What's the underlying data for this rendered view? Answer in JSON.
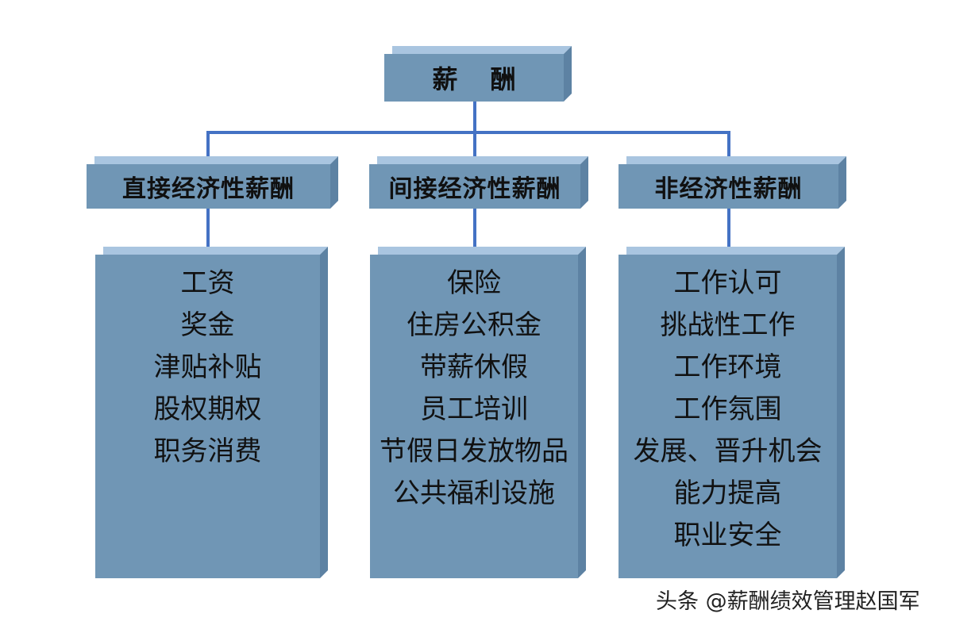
{
  "root": {
    "label": "薪 酬"
  },
  "branches": [
    {
      "title": "直接经济性薪酬",
      "items": [
        "工资",
        "奖金",
        "津贴补贴",
        "股权期权",
        "职务消费"
      ]
    },
    {
      "title": "间接经济性薪酬",
      "items": [
        "保险",
        "住房公积金",
        "带薪休假",
        "员工培训",
        "节假日发放物品",
        "公共福利设施"
      ]
    },
    {
      "title": "非经济性薪酬",
      "items": [
        "工作认可",
        "挑战性工作",
        "工作环境",
        "工作氛围",
        "发展、晋升机会",
        "能力提高",
        "职业安全"
      ]
    }
  ],
  "footer": {
    "text": "头条 @薪酬绩效管理赵国军"
  },
  "colors": {
    "box_face": "#7096b5",
    "box_top": "#a9c5e0",
    "box_side": "#5d82a3",
    "connector": "#4472c4"
  }
}
